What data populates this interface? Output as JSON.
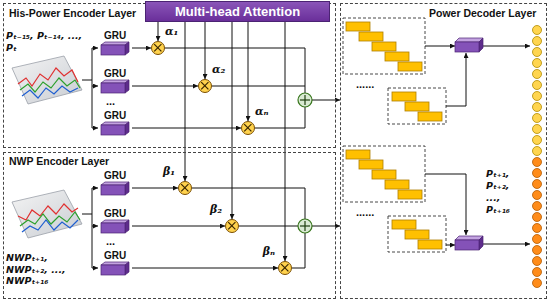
{
  "diagram": {
    "nodes": [
      {
        "text": [
          "His-Power Encoder Layer"
        ]
      },
      {
        "text": [
          "Multi-head Attention"
        ]
      },
      {
        "text": [
          "GRU"
        ],
        "in": 0
      },
      {
        "text": [
          "GRU"
        ],
        "in": 0
      },
      {
        "text": [
          "GRU"
        ],
        "in": 0
      },
      {
        "text": [
          "α₁"
        ],
        "in": 0
      },
      {
        "text": [
          "α₂"
        ],
        "in": 0
      },
      {
        "text": [
          "αₙ"
        ],
        "in": 0
      },
      {
        "text": [
          "NWP Encoder Layer"
        ]
      },
      {
        "text": [
          "GRU"
        ],
        "in": 8
      },
      {
        "text": [
          "GRU"
        ],
        "in": 8
      },
      {
        "text": [
          "GRU"
        ],
        "in": 8
      },
      {
        "text": [
          "β₁"
        ],
        "in": 8
      },
      {
        "text": [
          "β₂"
        ],
        "in": 8
      },
      {
        "text": [
          "βₙ"
        ],
        "in": 8
      },
      {
        "text": [
          "Power Decoder Layer"
        ]
      }
    ],
    "edges": [
      {
        "from": 1,
        "to": 5,
        "arrow": "to"
      },
      {
        "from": 1,
        "to": 6,
        "arrow": "to"
      },
      {
        "from": 1,
        "to": 7,
        "arrow": "to"
      },
      {
        "from": 1,
        "to": 12,
        "arrow": "to"
      },
      {
        "from": 1,
        "to": 13,
        "arrow": "to"
      },
      {
        "from": 1,
        "to": 14,
        "arrow": "to"
      },
      {
        "from": 2,
        "to": 5,
        "arrow": "to"
      },
      {
        "from": 3,
        "to": 6,
        "arrow": "to"
      },
      {
        "from": 4,
        "to": 7,
        "arrow": "to"
      },
      {
        "from": 9,
        "to": 12,
        "arrow": "to"
      },
      {
        "from": 10,
        "to": 13,
        "arrow": "to"
      },
      {
        "from": 11,
        "to": 14,
        "arrow": "to"
      }
    ],
    "labels": [
      "Pₜ₋₁₅, Pₜ₋₁₄, ..., Pₜ",
      "...",
      "NWPₜ₊₁, NWPₜ₊₂, ..., NWPₜ₊₁₆",
      "...",
      "......",
      "......",
      "Pₜ₊₁, Pₜ₊₂, ..., Pₜ₊₁₆"
    ]
  }
}
